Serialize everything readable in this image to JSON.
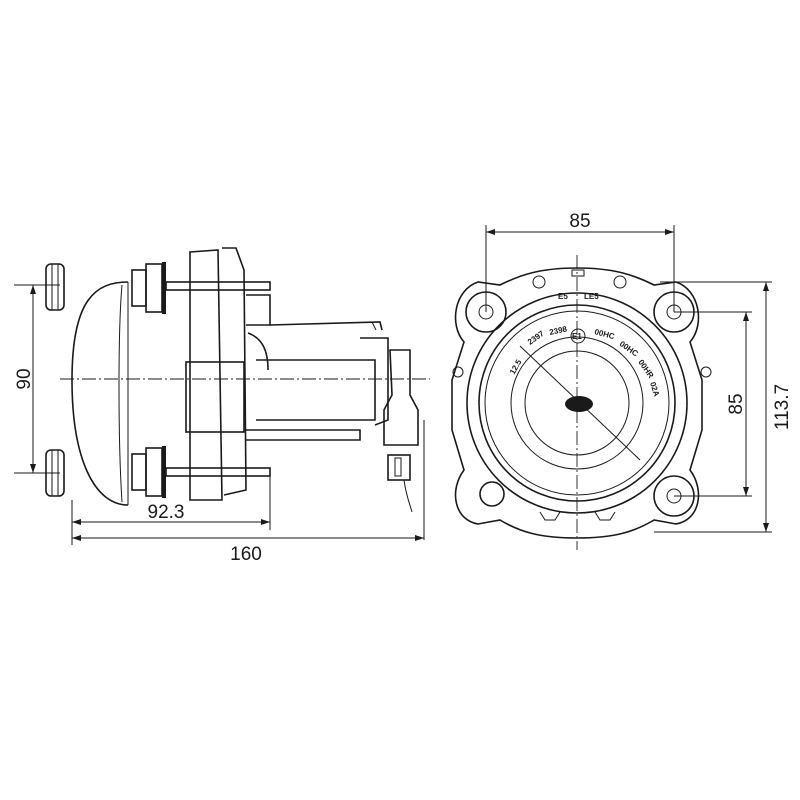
{
  "dimensions": {
    "front_width": "85",
    "front_height_inner": "85",
    "front_height_total": "113.7",
    "side_mount_spacing": "90",
    "side_depth_partial": "92.3",
    "side_depth_total": "160"
  },
  "lens_markings": {
    "top_left": "E5",
    "top_right": "LE5",
    "ring": [
      "12.5",
      "2397",
      "2398"
    ],
    "approval": "E1",
    "codes": [
      "00HC",
      "00HC",
      "00HR",
      "02A"
    ]
  }
}
